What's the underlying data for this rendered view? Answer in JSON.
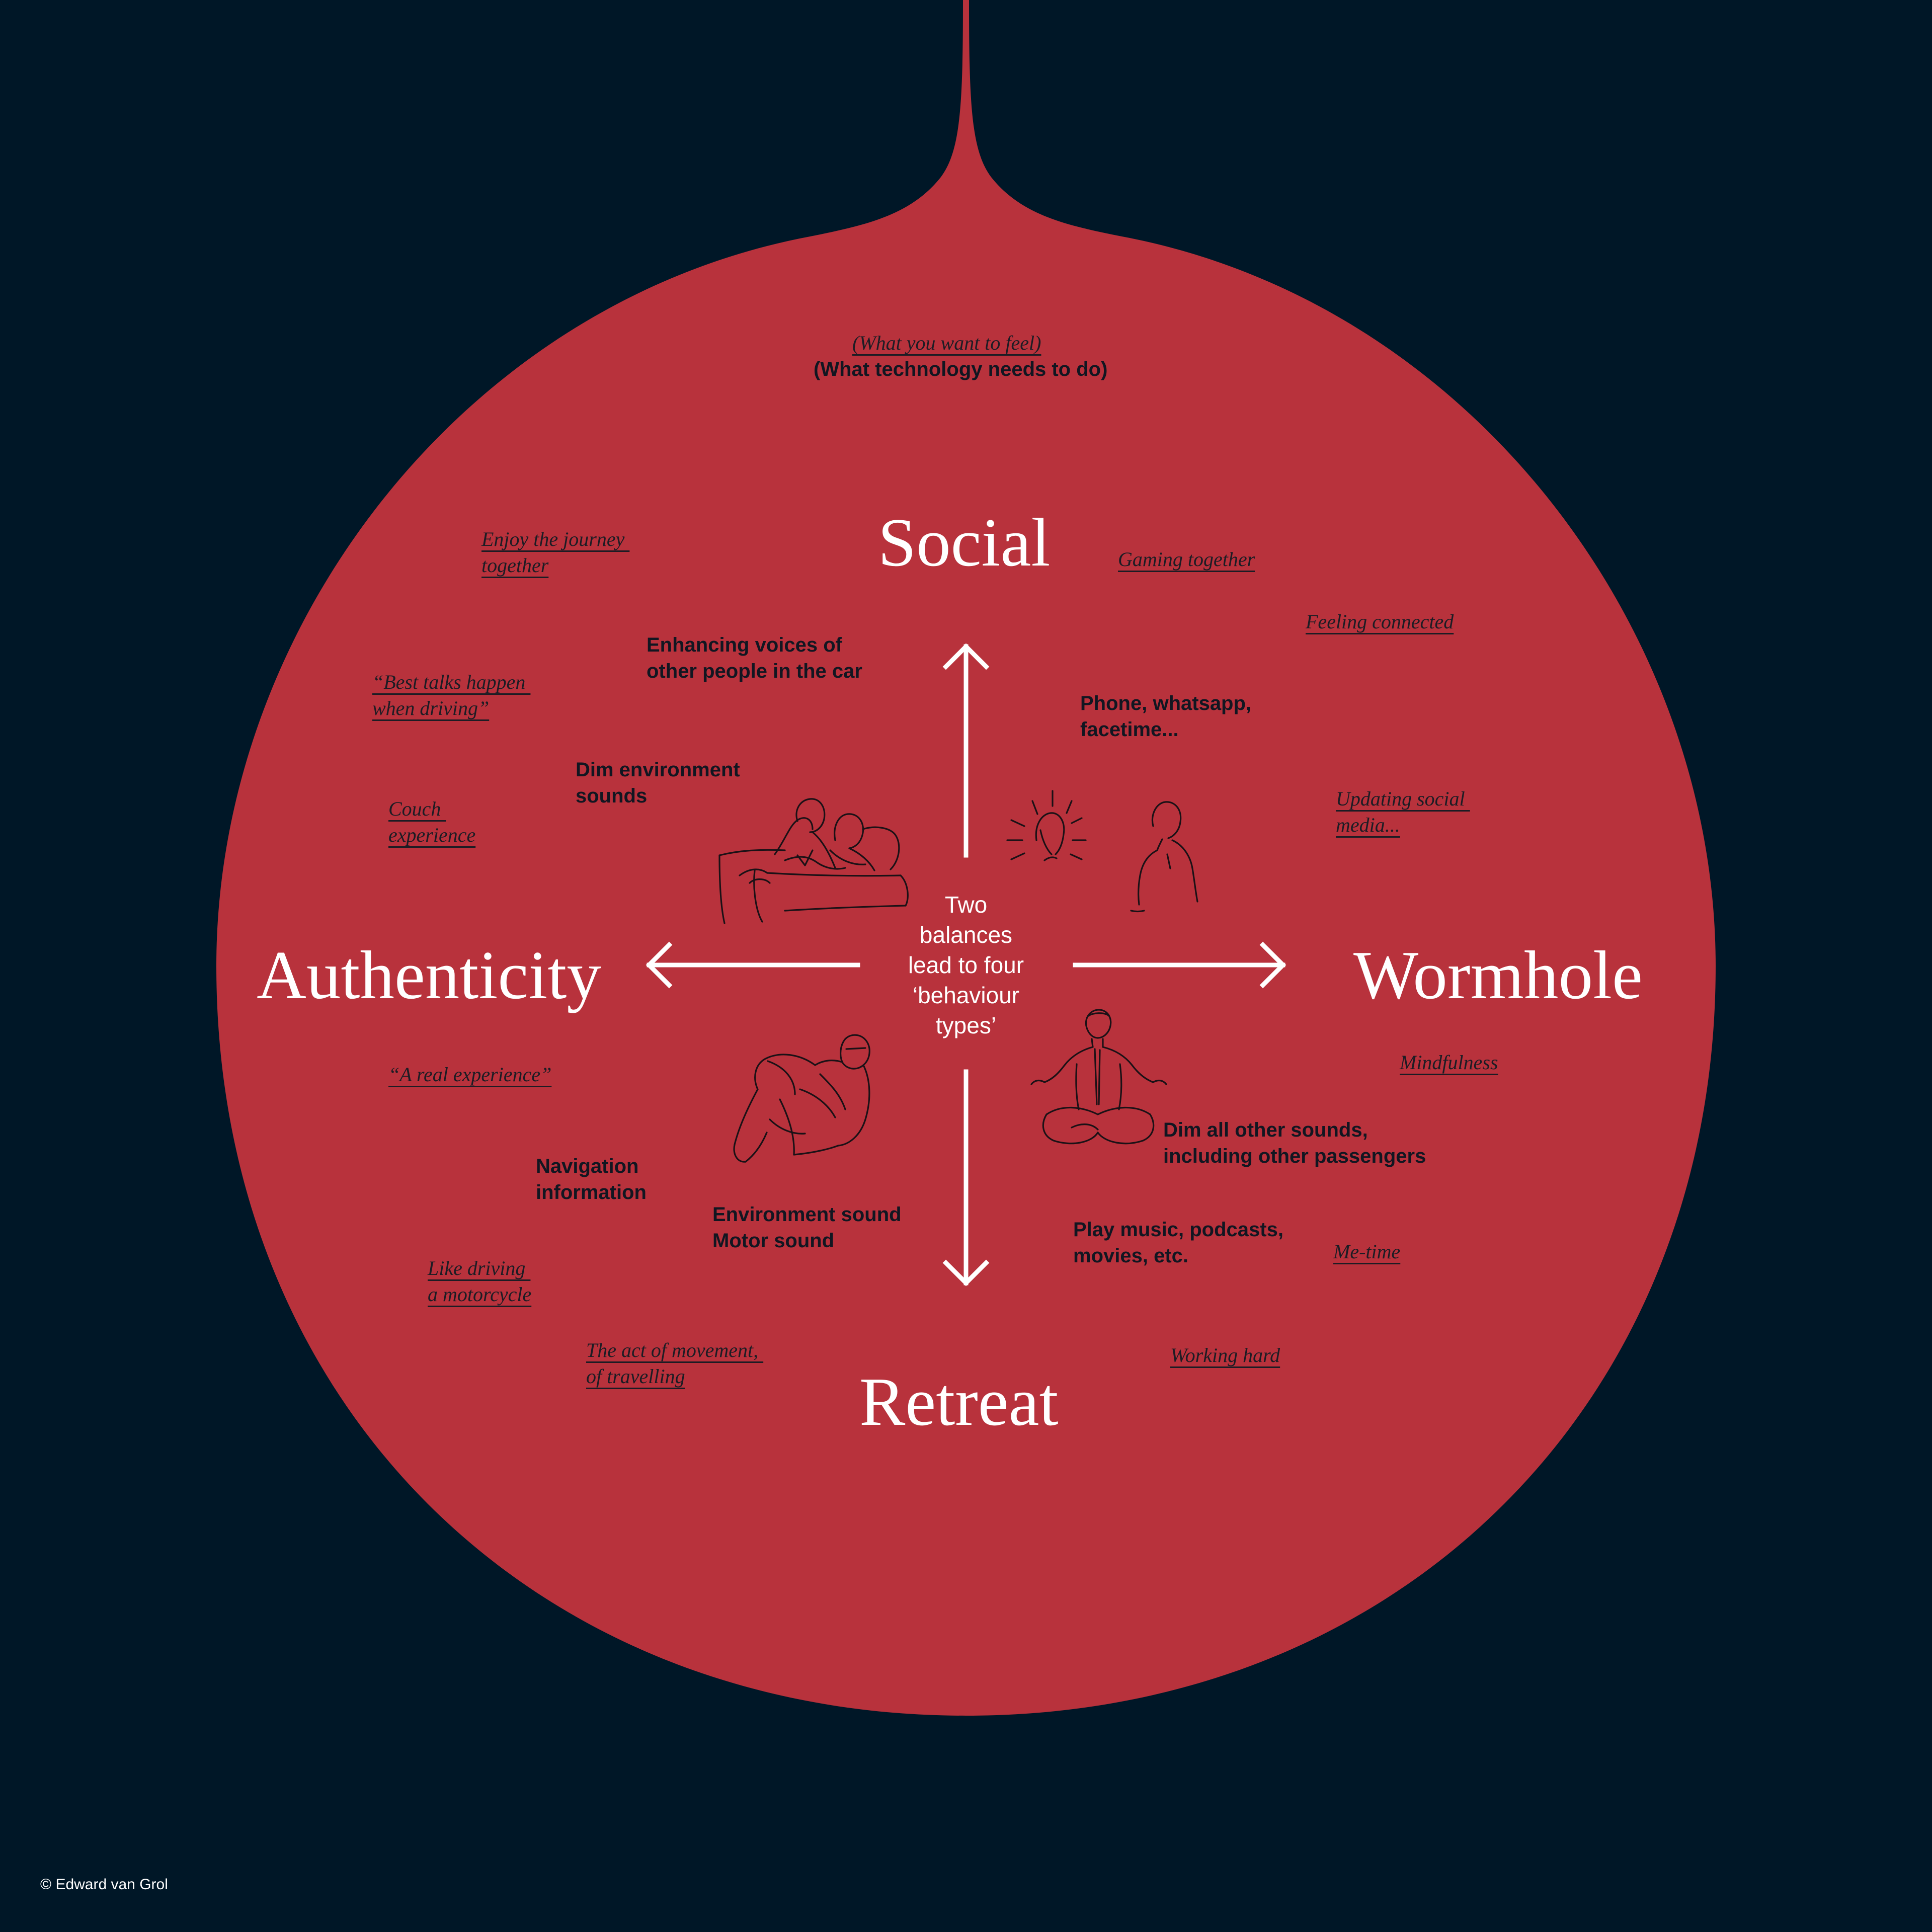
{
  "colors": {
    "background": "#001727",
    "drop": "#b8323c",
    "axis_label": "#ffffff",
    "body_text": "#111621"
  },
  "legend": {
    "feel": "(What you want to feel)",
    "tech": "(What technology needs to do)"
  },
  "axes": {
    "top": "Social",
    "left": "Authenticity",
    "right": "Wormhole",
    "bottom": "Retreat"
  },
  "center_text": "Two\nbalances\nlead to four\n‘behaviour\ntypes’",
  "feelings": {
    "enjoy_journey": "Enjoy the journey \ntogether",
    "best_talks": "“Best talks happen \nwhen driving”",
    "couch": "Couch \nexperience",
    "gaming": "Gaming together",
    "connected": "Feeling connected",
    "updating_social": "Updating social \nmedia...",
    "real_experience": "“A real experience”",
    "like_motorcycle": "Like driving \na motorcycle",
    "act_of_movement": "The act of movement, \nof travelling",
    "mindfulness": "Mindfulness",
    "me_time": "Me-time",
    "working_hard": "Working hard"
  },
  "needs": {
    "enhancing_voices": "Enhancing voices of\nother people in the car",
    "dim_environment": "Dim environment\nsounds",
    "phone": "Phone, whatsapp,\nfacetime...",
    "navigation": "Navigation\ninformation",
    "environment_sound": "Environment sound\nMotor sound",
    "dim_all": "Dim all other sounds,\nincluding other passengers",
    "play_music": "Play music, podcasts,\nmovies, etc."
  },
  "icons": {
    "top_left": "couple-on-sofa-icon",
    "top_right": "video-call-people-icon",
    "bottom_left": "motorcyclist-icon",
    "bottom_right": "meditating-person-icon"
  },
  "copyright": "© Edward van Grol"
}
